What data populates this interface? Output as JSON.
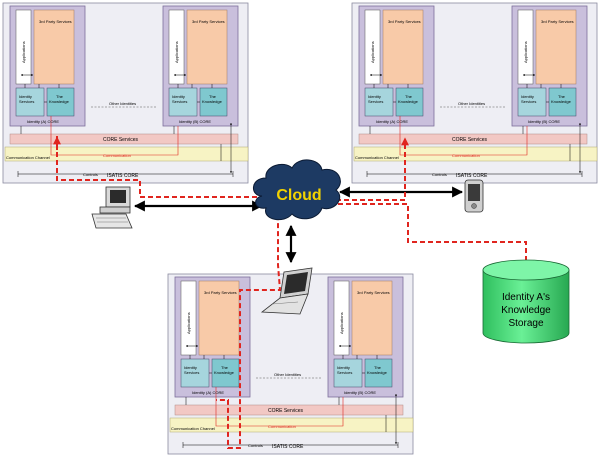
{
  "cloud": {
    "label": "Cloud"
  },
  "storage": {
    "line1": "Identity A's",
    "line2": "Knowledge",
    "line3": "Storage"
  },
  "panels": {
    "applications": "Applications",
    "third_party": "3rd Party Services",
    "identity_services_1": "Identity",
    "identity_services_2": "Services",
    "knowledge_1": "The",
    "knowledge_2": "Knowledge",
    "identity_a_core": "Identity (A) CORE",
    "identity_b_core": "Identity (B) CORE",
    "other_identities": "Other Identities",
    "core_services": "CORE Services",
    "communication_channel": "Communication Channel",
    "communication": "Communication",
    "controls": "Controls",
    "isatis_core": "ISATIS CORE"
  },
  "colors": {
    "panel_bg": "#eeeef4",
    "panel_border": "#8a8aa0",
    "identity_box": "#c9bfdc",
    "third_party_fill": "#f8caa8",
    "identity_services_fill": "#a6d5dd",
    "knowledge_fill": "#7fc8cf",
    "core_services_fill": "#f2c8c4",
    "channel_fill": "#f7f3c4",
    "cloud_fill": "#1d3a63",
    "cloud_text": "#f2d200",
    "storage_fill": "#4fe07e",
    "red_path": "#e0251f"
  },
  "icons": {
    "desktop": "desktop-computer-icon",
    "laptop": "laptop-icon",
    "pda": "pda-device-icon",
    "storage": "database-cylinder-icon"
  }
}
